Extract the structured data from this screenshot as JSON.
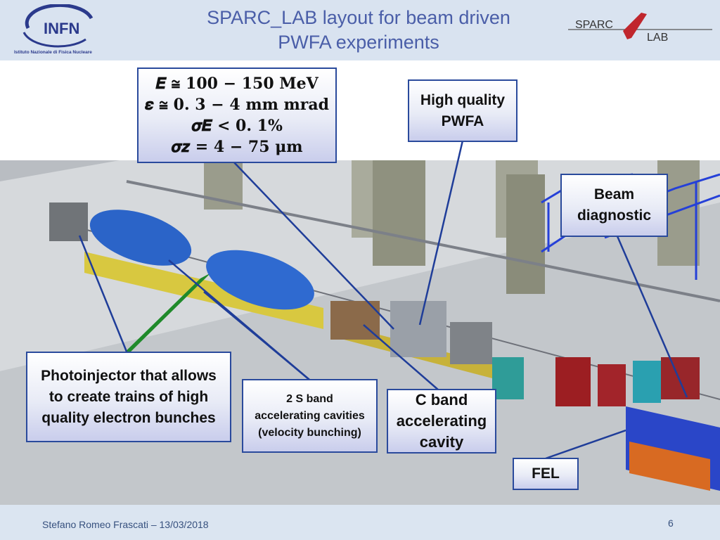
{
  "header": {
    "title_line1": "SPARC_LAB layout for beam driven",
    "title_line2": "PWFA experiments",
    "infn_logo": {
      "text": "INFN",
      "subtitle": "Istituto Nazionale di Fisica Nucleare"
    },
    "sparclab_logo": {
      "part1": "SPARC",
      "part2": "LAB"
    }
  },
  "callouts": {
    "beam_params": {
      "line1": "𝑬 ≅ 𝟏𝟎𝟎 − 𝟏𝟓𝟎 𝐌𝐞𝐕",
      "line2": "𝜺 ≅ 𝟎. 𝟑 − 𝟒 𝐦𝐦 𝐦𝐫𝐚𝐝",
      "line3": "𝝈𝑬 < 𝟎. 𝟏%",
      "line4": "𝝈𝒛 = 𝟒 − 𝟕𝟓 𝛍𝐦"
    },
    "high_quality": {
      "line1": "High quality",
      "line2": "PWFA"
    },
    "beam_diagnostic": {
      "line1": "Beam",
      "line2": "diagnostic"
    },
    "photoinjector": {
      "line1": "Photoinjector that allows",
      "line2": "to create trains of high",
      "line3": "quality electron bunches"
    },
    "s_band": {
      "line1": "2 S band",
      "line2": "accelerating cavities",
      "line3": "(velocity bunching)"
    },
    "c_band": {
      "line1": "C band",
      "line2": "accelerating",
      "line3": "cavity"
    },
    "fel": {
      "label": "FEL"
    }
  },
  "colors": {
    "header_bg": "#d9e3f0",
    "title": "#4a5ea8",
    "callout_border": "#2a4a9c",
    "connector": "#1f3d99",
    "footer_bg": "#dbe5f1"
  },
  "footer": {
    "author_date": "Stefano Romeo Frascati – 13/03/2018",
    "page": "6"
  }
}
